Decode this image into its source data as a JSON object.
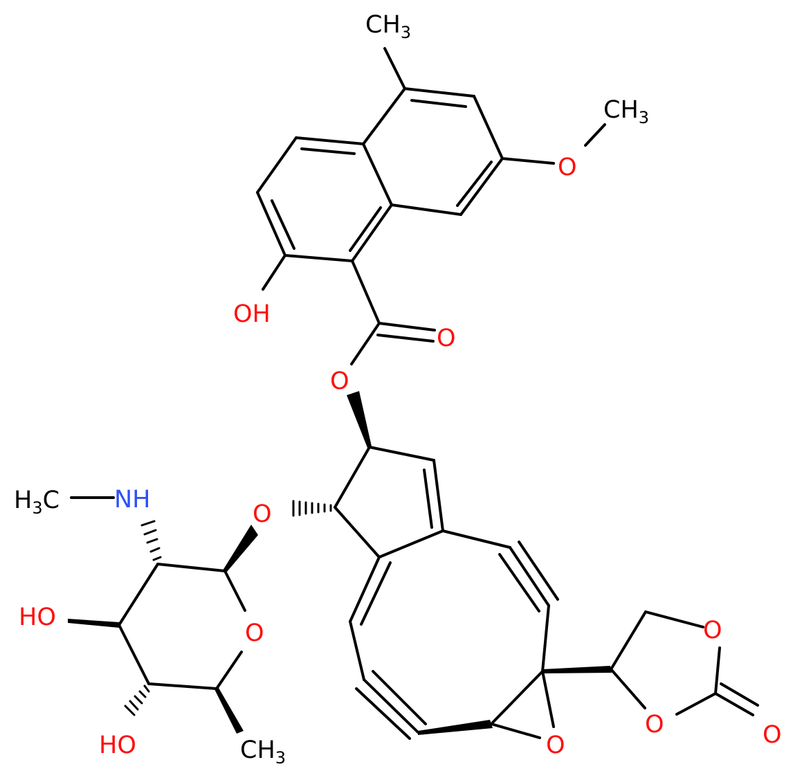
{
  "colors": {
    "bond": "#000000",
    "oxygen": "#ff0d0d",
    "nitrogen": "#3050f8",
    "carbon": "#000000",
    "background": "#ffffff"
  },
  "atoms": [
    {
      "id": "CH3_top",
      "type": "C",
      "main": "CH",
      "sub": "3"
    },
    {
      "id": "CH3_methoxy",
      "type": "C",
      "main": "CH",
      "sub": "3"
    },
    {
      "id": "O_methoxy",
      "type": "O",
      "main": "O"
    },
    {
      "id": "OH_naphthol",
      "type": "O",
      "main": "OH"
    },
    {
      "id": "O_carbonyl",
      "type": "O",
      "main": "O"
    },
    {
      "id": "O_ester",
      "type": "O",
      "main": "O"
    },
    {
      "id": "NH",
      "type": "N",
      "main": "NH"
    },
    {
      "id": "H3C_amine",
      "type": "C",
      "main": "H",
      "sub": "3",
      "tail": "C"
    },
    {
      "id": "O_glycosidic",
      "type": "O",
      "main": "O"
    },
    {
      "id": "O_pyran",
      "type": "O",
      "main": "O"
    },
    {
      "id": "HO_sugar3",
      "type": "O",
      "main": "HO"
    },
    {
      "id": "HO_sugar4",
      "type": "O",
      "main": "HO"
    },
    {
      "id": "CH3_sugar",
      "type": "C",
      "main": "CH",
      "sub": "3"
    },
    {
      "id": "O_epoxide",
      "type": "O",
      "main": "O"
    },
    {
      "id": "O_dioxolane1",
      "type": "O",
      "main": "O"
    },
    {
      "id": "O_dioxolane2",
      "type": "O",
      "main": "O"
    },
    {
      "id": "O_carbonate",
      "type": "O",
      "main": "O"
    }
  ]
}
